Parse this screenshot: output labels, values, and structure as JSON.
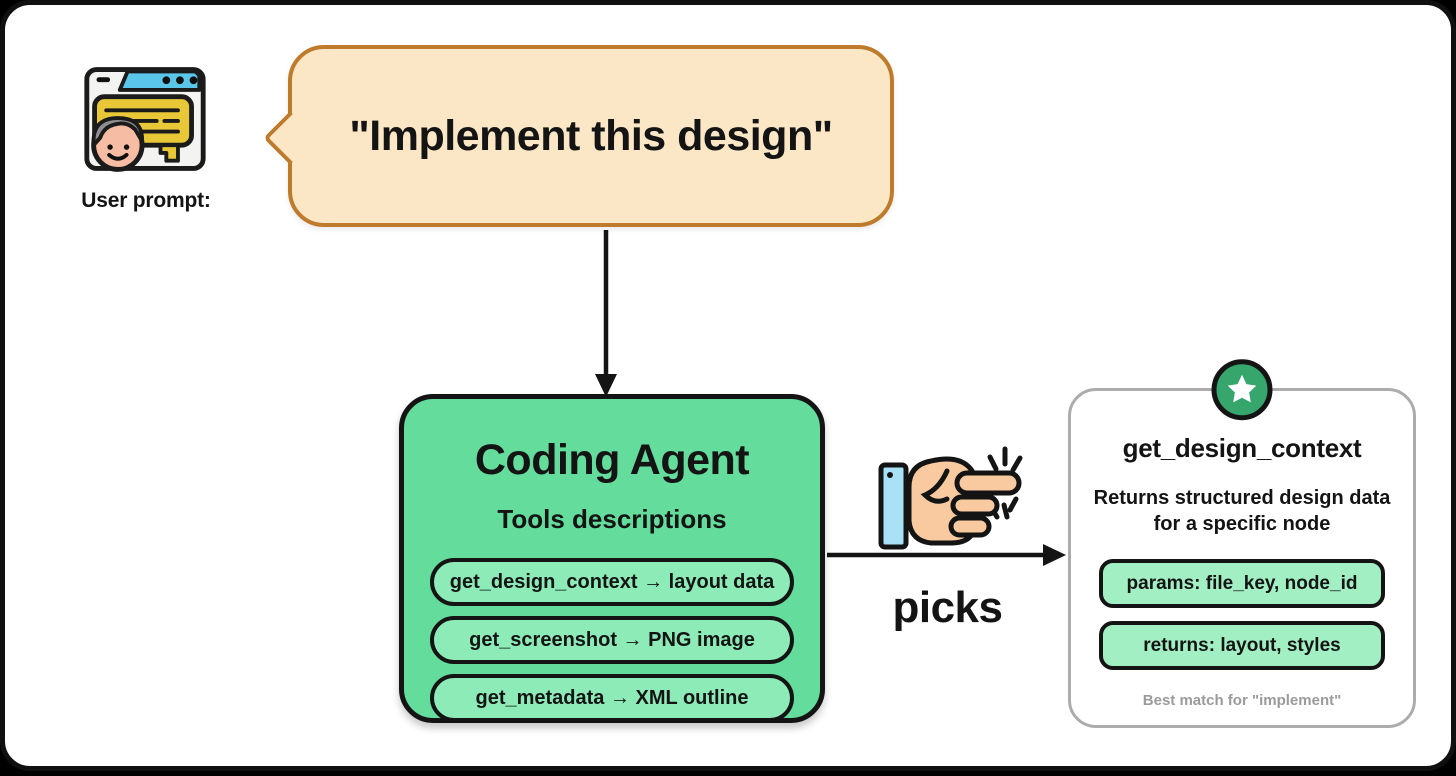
{
  "user_prompt": {
    "label": "User prompt:"
  },
  "speech_bubble": {
    "text": "\"Implement this design\""
  },
  "coding_agent": {
    "title": "Coding Agent",
    "subtitle": "Tools descriptions",
    "tools": [
      "get_design_context → layout data",
      "get_screenshot → PNG image",
      "get_metadata → XML outline"
    ]
  },
  "flow": {
    "picks_label": "picks"
  },
  "selected_tool_card": {
    "title": "get_design_context",
    "description": "Returns structured design data for a specific node",
    "pills": [
      "params: file_key, node_id",
      "returns: layout, styles"
    ],
    "footnote": "Best match for \"implement\""
  },
  "icons": {
    "user": "user-browser-chat-icon",
    "hand": "pointing-hand-icon",
    "star": "star-badge-icon"
  },
  "colors": {
    "bubble_fill": "#FBE7C5",
    "bubble_border": "#BE7B2C",
    "agent_fill": "#63DC9C",
    "agent_pill_fill": "#8DEBB7",
    "card_pill_fill": "#A3EFC4",
    "star_badge_fill": "#36A66D",
    "card_border": "#ACACAC",
    "footnote_gray": "#9B9B9B",
    "outline_black": "#141414"
  }
}
